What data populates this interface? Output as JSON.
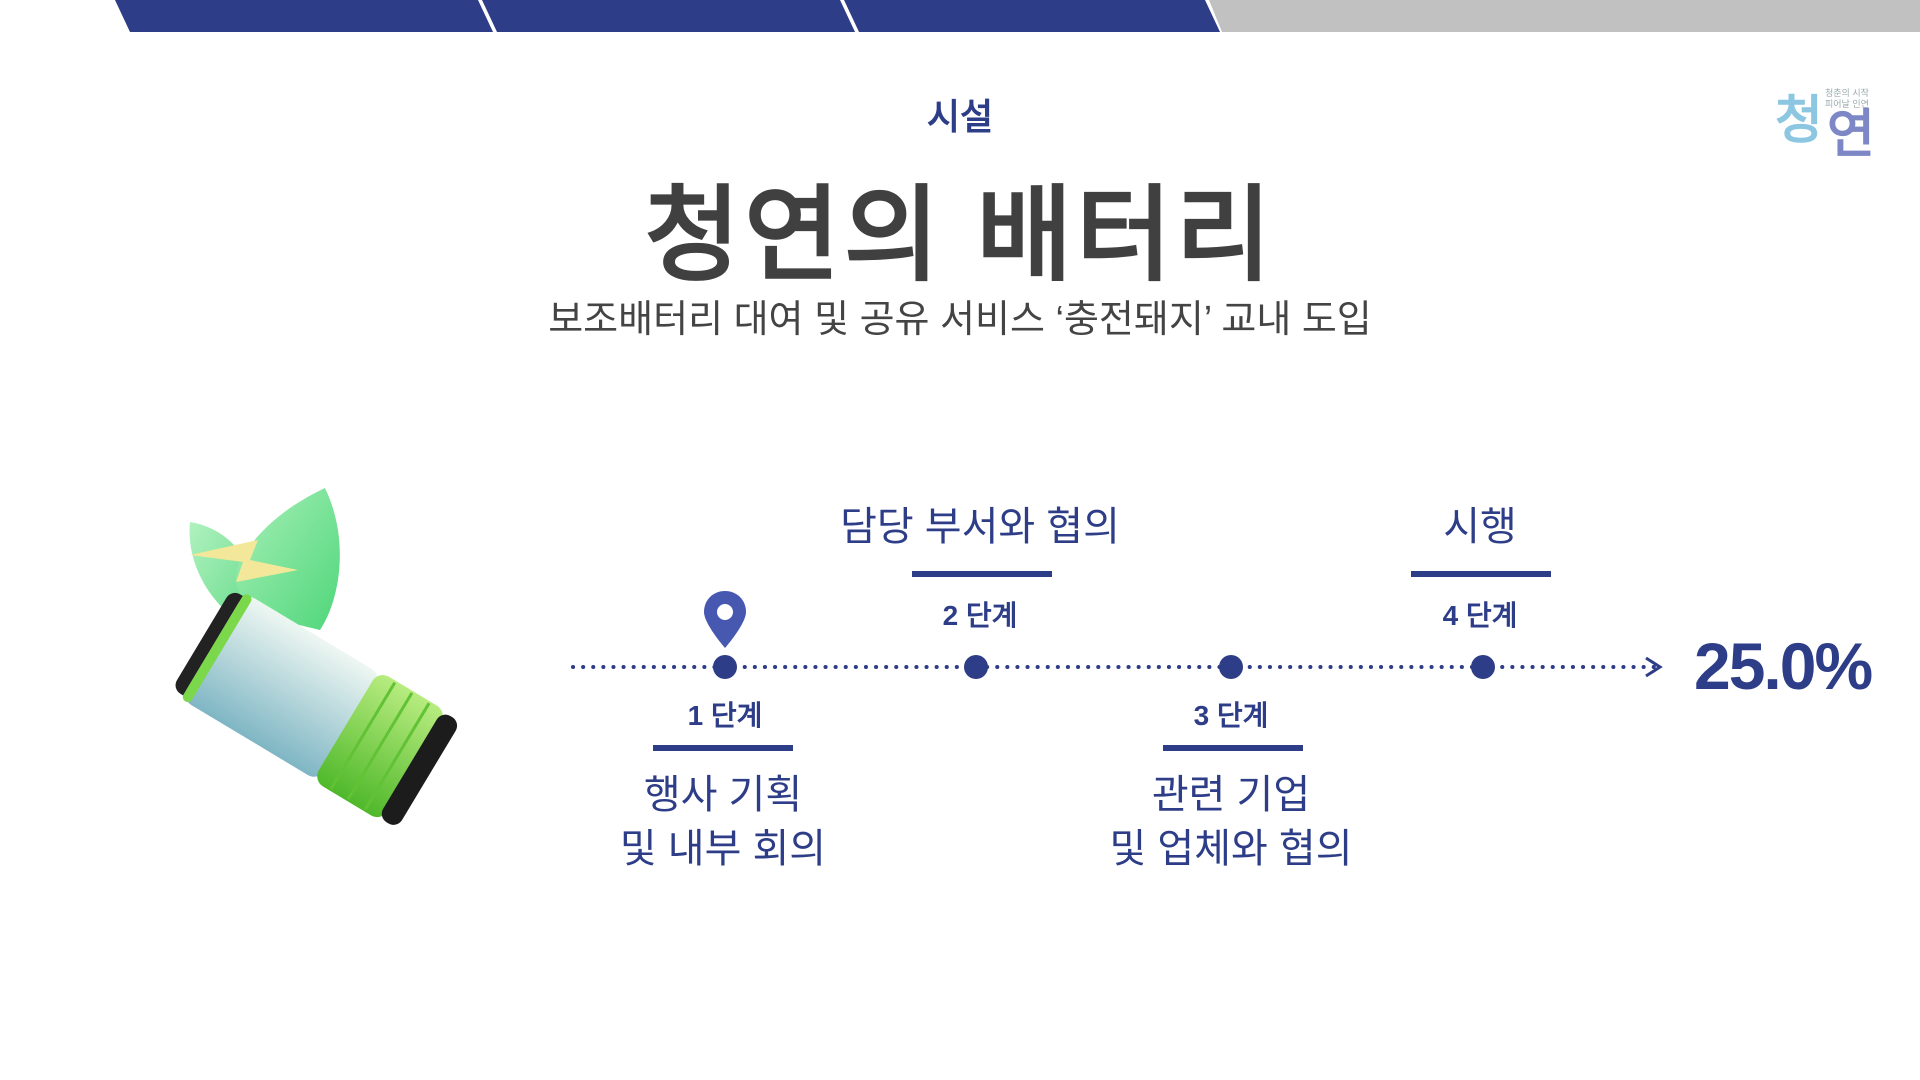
{
  "header": {
    "section": "시설",
    "title": "청연의 배터리",
    "subtitle": "보조배터리 대여 및 공유 서비스 ‘충전돼지’ 교내 도입"
  },
  "logo": {
    "main_1": "청",
    "main_2": "연",
    "tagline_1": "청춘의 시작",
    "tagline_2": "피어날 인연"
  },
  "timeline": {
    "progress_percent": 25.0,
    "progress_label": "25.0%",
    "steps": [
      {
        "label": "1 단계",
        "title_line1": "행사 기획",
        "title_line2": "및 내부 회의"
      },
      {
        "label": "2 단계",
        "title_line1": "담당 부서와 협의"
      },
      {
        "label": "3 단계",
        "title_line1": "관련 기업",
        "title_line2": "및 업체와 협의"
      },
      {
        "label": "4 단계",
        "title_line1": "시행"
      }
    ],
    "current_step": 1
  },
  "colors": {
    "navy": "#2e3d87",
    "pin": "#4758b0",
    "grey_bar": "#c1c1c1"
  }
}
